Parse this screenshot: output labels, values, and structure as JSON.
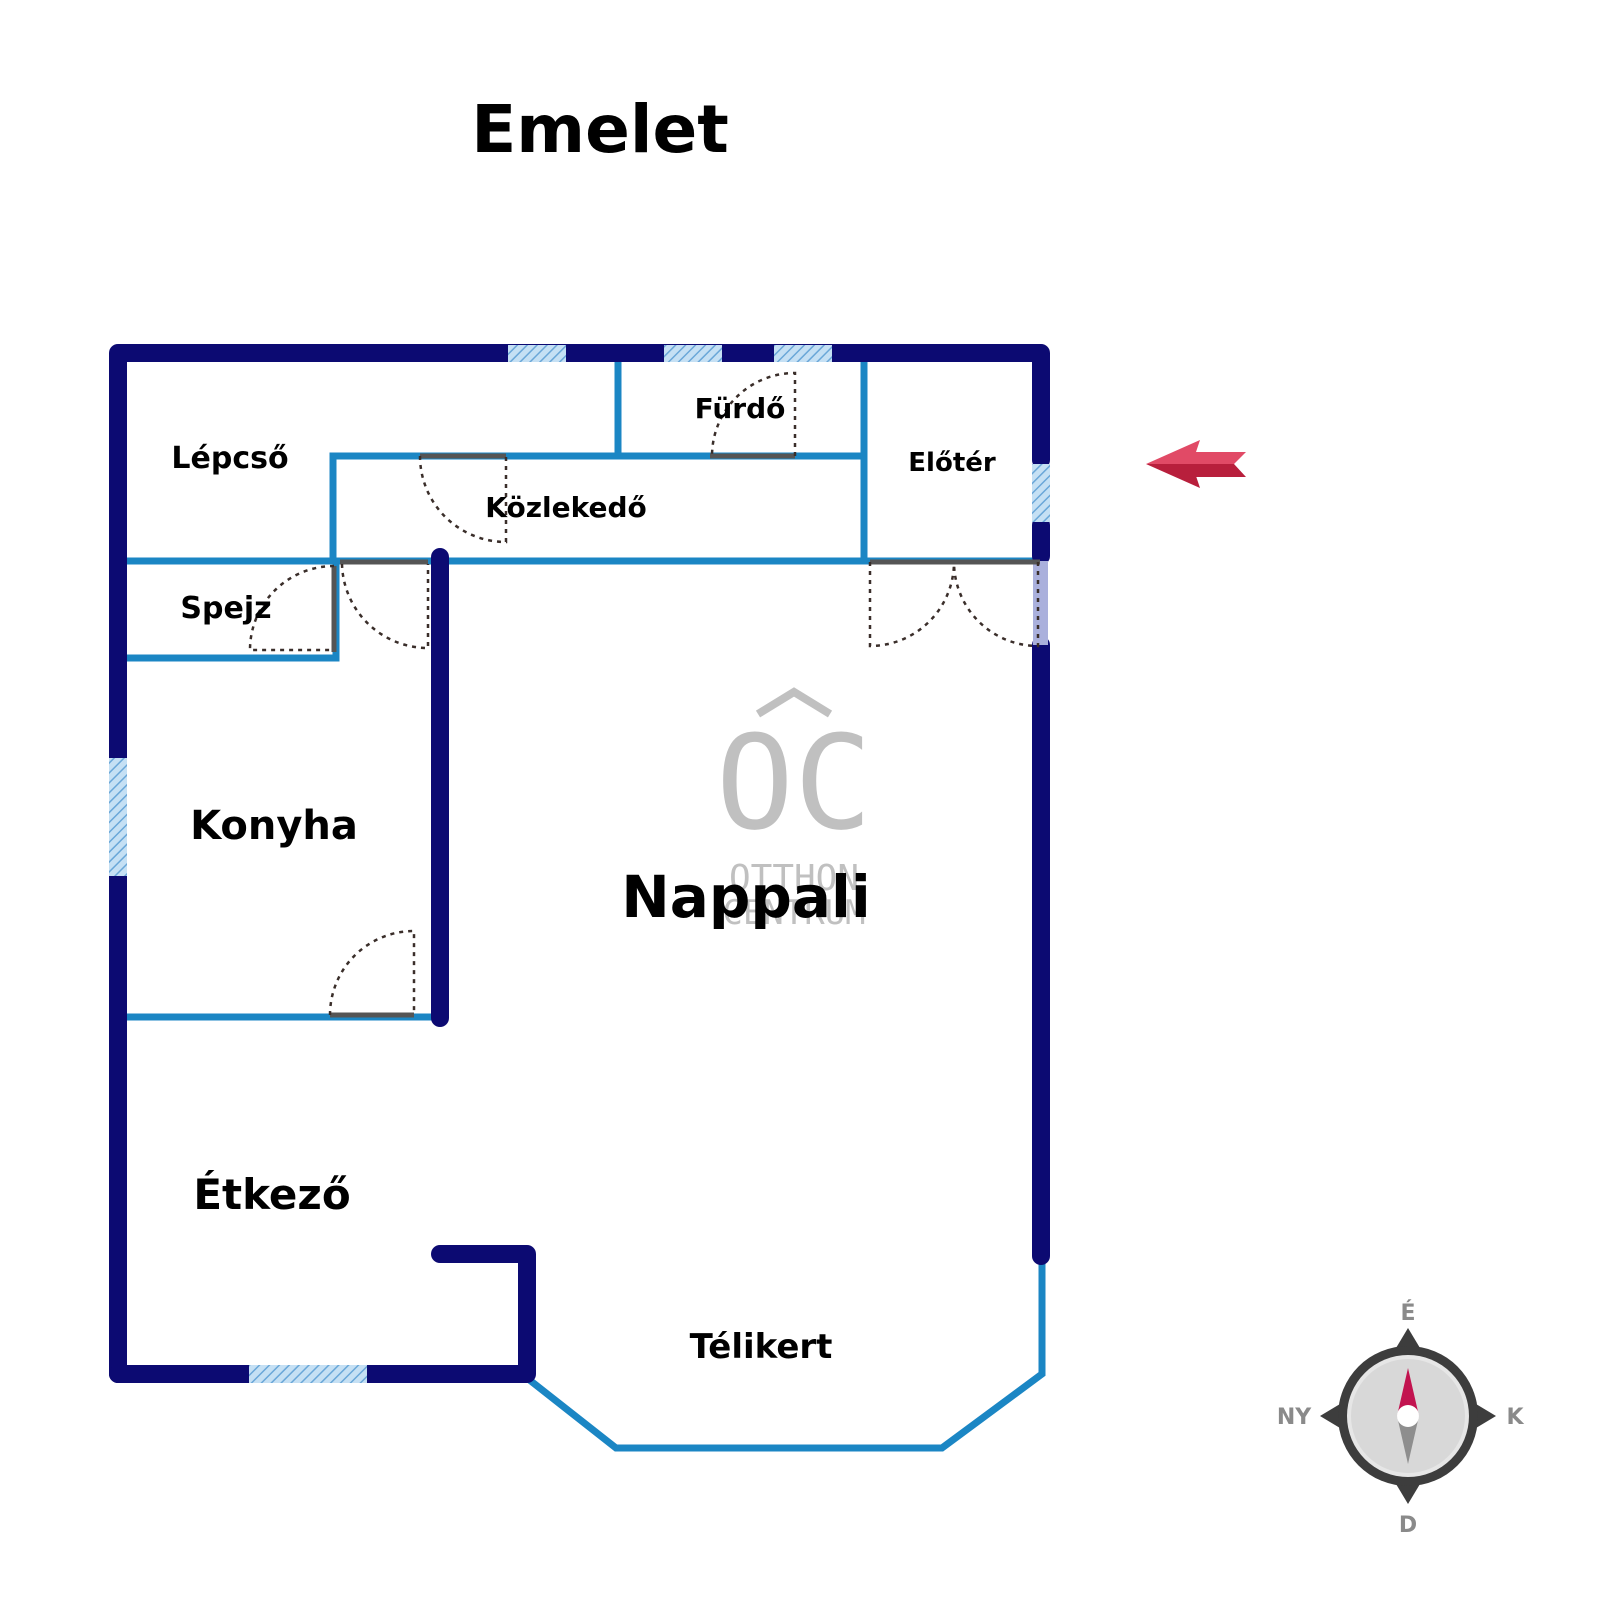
{
  "title": "Emelet",
  "rooms": {
    "lepcso": "Lépcső",
    "furdo": "Fürdő",
    "eloter": "Előtér",
    "kozlekedo": "Közlekedő",
    "spejz": "Spejz",
    "konyha": "Konyha",
    "nappali": "Nappali",
    "etkezo": "Étkező",
    "telikert": "Télikert"
  },
  "watermark": {
    "logo": "OC",
    "line1": "OTTHON",
    "line2": "CENTRUM"
  },
  "compass": {
    "north": "É",
    "east": "K",
    "south": "D",
    "west": "NY"
  },
  "colors": {
    "outer_wall": "#0c0a72",
    "inner_wall": "#1b86c4",
    "window": "#9cc6e6",
    "entrance_arrow": "#d32f4f",
    "compass": "#3d3d3d"
  },
  "icons": {
    "entrance": "entrance-arrow-icon",
    "compass": "compass-icon"
  }
}
